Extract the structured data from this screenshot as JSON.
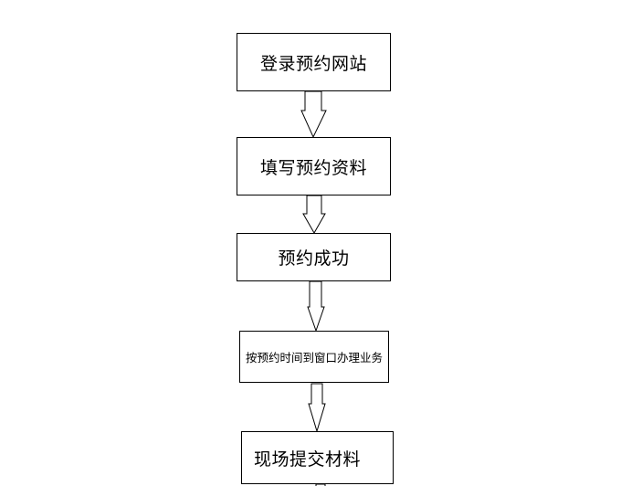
{
  "diagram": {
    "type": "flowchart",
    "direction": "top-to-bottom",
    "steps": [
      {
        "id": "step1",
        "label": "登录预约网站"
      },
      {
        "id": "step2",
        "label": "填写预约资料"
      },
      {
        "id": "step3",
        "label": "预约成功"
      },
      {
        "id": "step4",
        "label": "按预约时间到窗口办理业务"
      },
      {
        "id": "step5",
        "label": "现场提交材料"
      }
    ],
    "connectors": [
      {
        "from": "step1",
        "to": "step2",
        "style": "hollow-block-arrow"
      },
      {
        "from": "step2",
        "to": "step3",
        "style": "hollow-block-arrow"
      },
      {
        "from": "step3",
        "to": "step4",
        "style": "hollow-block-arrow"
      },
      {
        "from": "step4",
        "to": "step5",
        "style": "hollow-block-arrow"
      },
      {
        "from": "step5",
        "to": "",
        "style": "hollow-block-arrow (cut off)"
      }
    ],
    "colors": {
      "stroke": "#000000",
      "fill": "#ffffff",
      "text": "#000000"
    }
  }
}
